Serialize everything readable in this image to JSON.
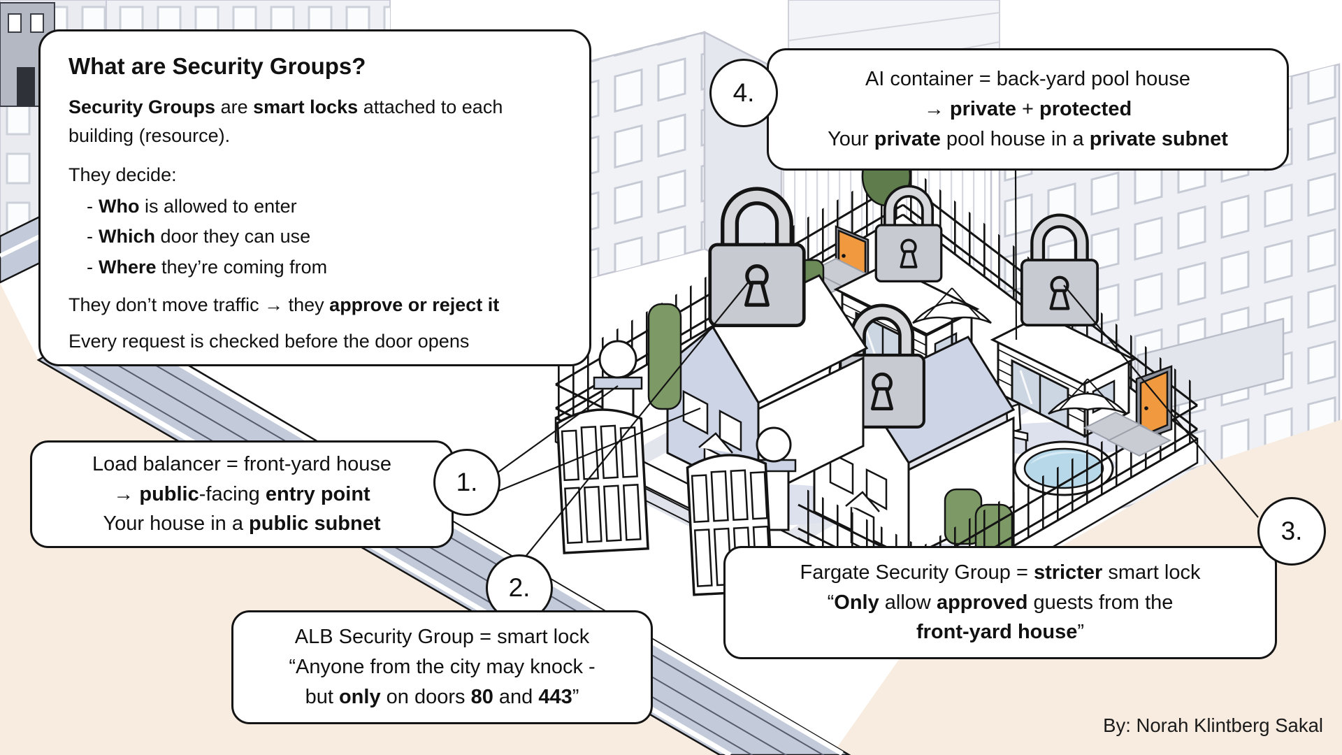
{
  "info_box": {
    "title": "What are Security Groups?",
    "p1": [
      {
        "t": "Security Groups",
        "b": true
      },
      {
        "t": " are ",
        "b": false
      },
      {
        "t": "smart locks",
        "b": true
      },
      {
        "t": " attached to each building (resource).",
        "b": false
      }
    ],
    "p2": "They decide:",
    "bullets": [
      [
        {
          "t": "-",
          "b": false
        },
        {
          "t": "Who",
          "b": true
        },
        {
          "t": " is allowed to enter",
          "b": false
        }
      ],
      [
        {
          "t": "-",
          "b": false
        },
        {
          "t": "Which",
          "b": true
        },
        {
          "t": " door they can use",
          "b": false
        }
      ],
      [
        {
          "t": "-",
          "b": false
        },
        {
          "t": "Where",
          "b": true
        },
        {
          "t": " they’re coming from",
          "b": false
        }
      ]
    ],
    "p3": [
      {
        "t": "They don’t move traffic → they ",
        "b": false
      },
      {
        "t": "approve or reject it",
        "b": true
      }
    ],
    "p4": "Every request is checked before the door opens"
  },
  "callouts": {
    "load_balancer": {
      "number": "1.",
      "lines": {
        "l1": [
          {
            "t": "Load balancer = front-yard house",
            "b": false
          }
        ],
        "l2": [
          {
            "t": "→ ",
            "b": false
          },
          {
            "t": "public",
            "b": true
          },
          {
            "t": "-facing ",
            "b": false
          },
          {
            "t": "entry point",
            "b": true
          }
        ],
        "l3": [
          {
            "t": "Your house in a ",
            "b": false
          },
          {
            "t": "public subnet",
            "b": true
          }
        ]
      }
    },
    "alb_sg": {
      "number": "2.",
      "lines": {
        "l1": [
          {
            "t": "ALB Security Group = smart lock",
            "b": false
          }
        ],
        "l2": [
          {
            "t": "“Anyone from the city may knock -",
            "b": false
          }
        ],
        "l3": [
          {
            "t": "but ",
            "b": false
          },
          {
            "t": "only",
            "b": true
          },
          {
            "t": " on doors ",
            "b": false
          },
          {
            "t": "80",
            "b": true
          },
          {
            "t": " and ",
            "b": false
          },
          {
            "t": "443",
            "b": true
          },
          {
            "t": "”",
            "b": false
          }
        ]
      }
    },
    "fargate_sg": {
      "number": "3.",
      "lines": {
        "l1": [
          {
            "t": "Fargate Security Group = ",
            "b": false
          },
          {
            "t": "stricter",
            "b": true
          },
          {
            "t": " smart lock",
            "b": false
          }
        ],
        "l2": [
          {
            "t": "“",
            "b": false
          },
          {
            "t": "Only",
            "b": true
          },
          {
            "t": " allow ",
            "b": false
          },
          {
            "t": "approved",
            "b": true
          },
          {
            "t": " guests from the",
            "b": false
          }
        ],
        "l3": [
          {
            "t": "front-yard house",
            "b": true
          },
          {
            "t": "”",
            "b": false
          }
        ]
      }
    },
    "ai_container": {
      "number": "4.",
      "lines": {
        "l1": [
          {
            "t": "AI container = back-yard pool house",
            "b": false
          }
        ],
        "l2": [
          {
            "t": "→ ",
            "b": false
          },
          {
            "t": "private",
            "b": true
          },
          {
            "t": " + ",
            "b": false
          },
          {
            "t": "protected",
            "b": true
          }
        ],
        "l3": [
          {
            "t": "Your ",
            "b": false
          },
          {
            "t": "private",
            "b": true
          },
          {
            "t": " pool house in a ",
            "b": false
          },
          {
            "t": "private subnet",
            "b": true
          }
        ]
      }
    }
  },
  "credit": "By: Norah Klintberg Sakal",
  "colors": {
    "ink": "#141414",
    "background_beige": "#f7ecdf",
    "street_gray_blue": "#c3cada",
    "building_fill": "#eef0f5",
    "building_line": "#c9ccd6",
    "wall_periwinkle": "#cdd4e5",
    "lock_gray": "#c8cad1",
    "lock_shackle": "#d6d7da",
    "hedge_green": "#7d9a66",
    "hedge_dark_green": "#5f7d4c",
    "pool_blue": "#b7d8e9",
    "door_orange": "#f0993f",
    "shadow_periwinkle": "#dde1ee"
  }
}
